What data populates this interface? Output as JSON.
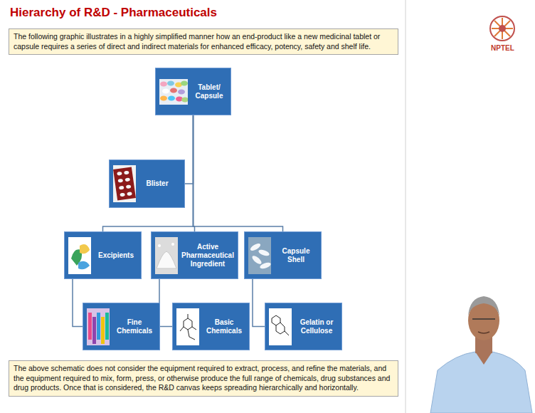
{
  "diagram": {
    "title": "Hierarchy of R&D - Pharmaceuticals",
    "nodes": [
      {
        "text": [
          "The following graphic illustrates in a highly simplified manner how an end-product like a new medicinal tablet or capsule requires a series of direct and indirect materials for enhanced efficacy, potency, safety and shelf life."
        ]
      },
      {
        "text": [
          "Tablet/ Capsule"
        ]
      },
      {
        "text": [
          "Blister"
        ]
      },
      {
        "text": [
          "Excipients"
        ]
      },
      {
        "text": [
          "Active Pharmaceutical Ingredient"
        ]
      },
      {
        "text": [
          "Capsule Shell"
        ]
      },
      {
        "text": [
          "Fine Chemicals"
        ]
      },
      {
        "text": [
          "Basic Chemicals"
        ]
      },
      {
        "text": [
          "Gelatin or Cellulose"
        ]
      },
      {
        "text": [
          "The above schematic does not consider the equipment required to extract, process, and refine the materials, and the equipment required to mix, form, press, or otherwise produce the full range of chemicals, drug substances and drug products. Once that is considered, the R&D canvas keeps spreading hierarchically and horizontally."
        ]
      }
    ],
    "edges": [
      {
        "from": 1,
        "to": 2,
        "arrow": "none"
      },
      {
        "from": 1,
        "to": 3,
        "arrow": "none"
      },
      {
        "from": 1,
        "to": 4,
        "arrow": "none"
      },
      {
        "from": 1,
        "to": 5,
        "arrow": "none"
      },
      {
        "from": 3,
        "to": 6,
        "arrow": "none"
      },
      {
        "from": 4,
        "to": 7,
        "arrow": "none"
      },
      {
        "from": 5,
        "to": 8,
        "arrow": "none"
      }
    ],
    "labels": [
      "NPTEL"
    ]
  }
}
